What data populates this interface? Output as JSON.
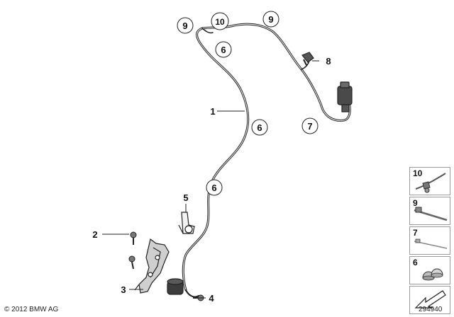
{
  "callouts": {
    "part_1": "1",
    "part_2": "2",
    "part_3": "3",
    "part_4": "4",
    "part_5": "5",
    "part_6a": "6",
    "part_6b": "6",
    "part_6c": "6",
    "part_7": "7",
    "part_8": "8",
    "part_9a": "9",
    "part_9b": "9",
    "part_10": "10"
  },
  "legend": {
    "items": [
      {
        "number": "10",
        "icon": "cable-tie-clip-icon"
      },
      {
        "number": "9",
        "icon": "cable-tie-icon"
      },
      {
        "number": "7",
        "icon": "thin-cable-tie-icon"
      },
      {
        "number": "6",
        "icon": "grommet-clips-icon"
      },
      {
        "number": "",
        "icon": "arrow-direction-icon"
      }
    ]
  },
  "footer": {
    "copyright": "© 2012 BMW AG",
    "drawing_number": "294940"
  }
}
